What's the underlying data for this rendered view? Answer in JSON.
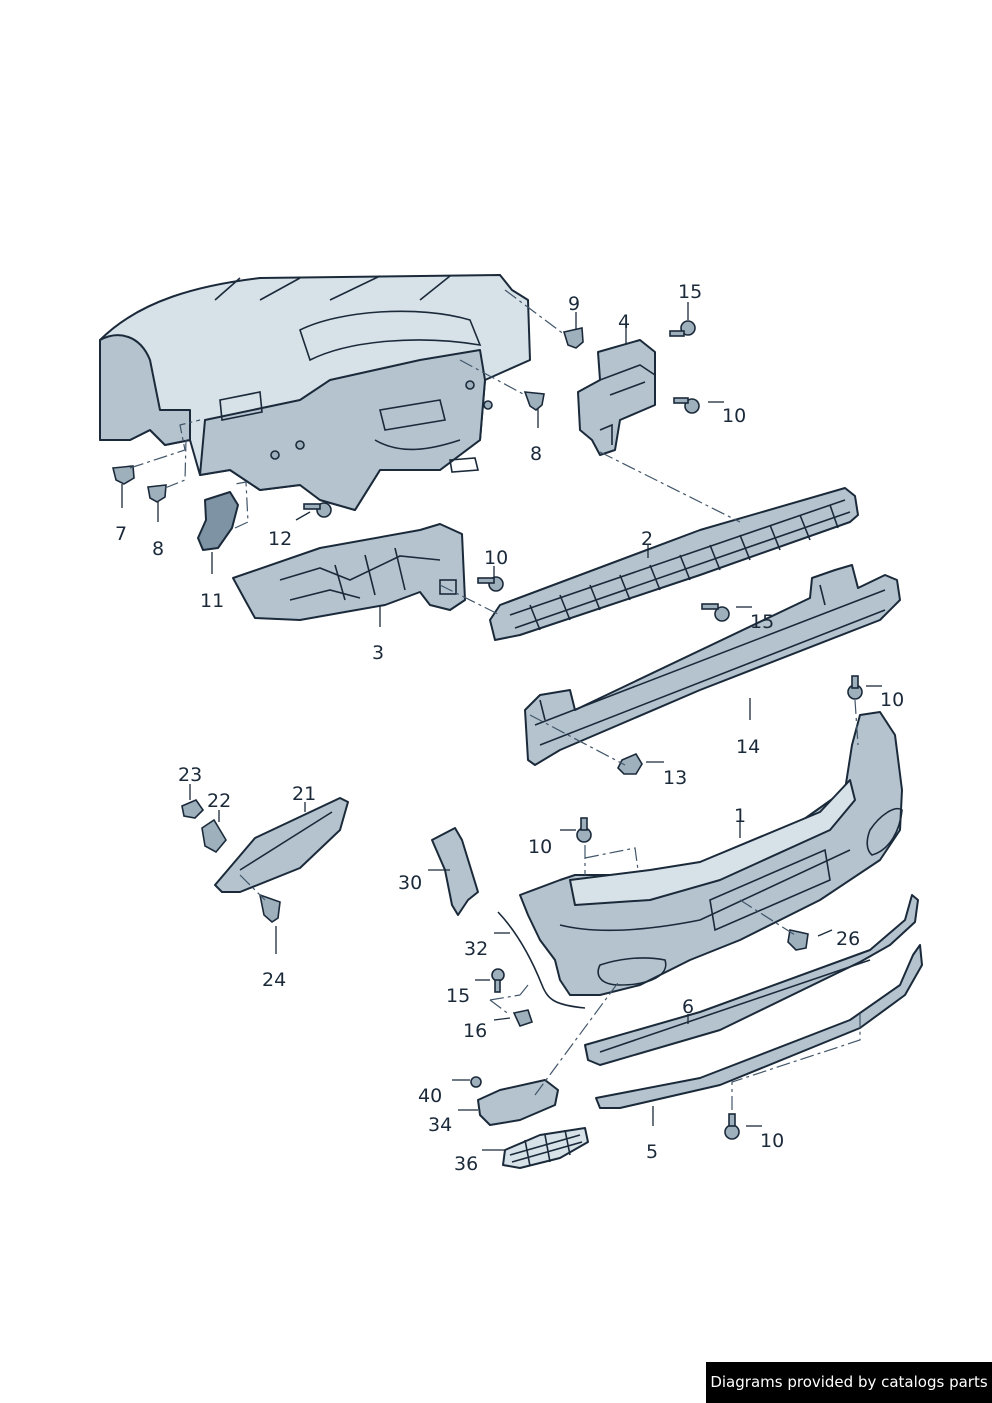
{
  "diagram": {
    "callouts": [
      "9",
      "4",
      "15",
      "10",
      "8",
      "7",
      "8",
      "12",
      "2",
      "10",
      "11",
      "3",
      "15",
      "10",
      "14",
      "13",
      "23",
      "22",
      "21",
      "1",
      "10",
      "30",
      "26",
      "32",
      "15",
      "6",
      "16",
      "24",
      "40",
      "34",
      "5",
      "10",
      "36"
    ]
  },
  "footer": {
    "credit": "Diagrams provided by catalogs parts"
  },
  "colors": {
    "part_fill": "#b4c3cd",
    "part_outline": "#1b2a3a",
    "background": "#ffffff"
  }
}
